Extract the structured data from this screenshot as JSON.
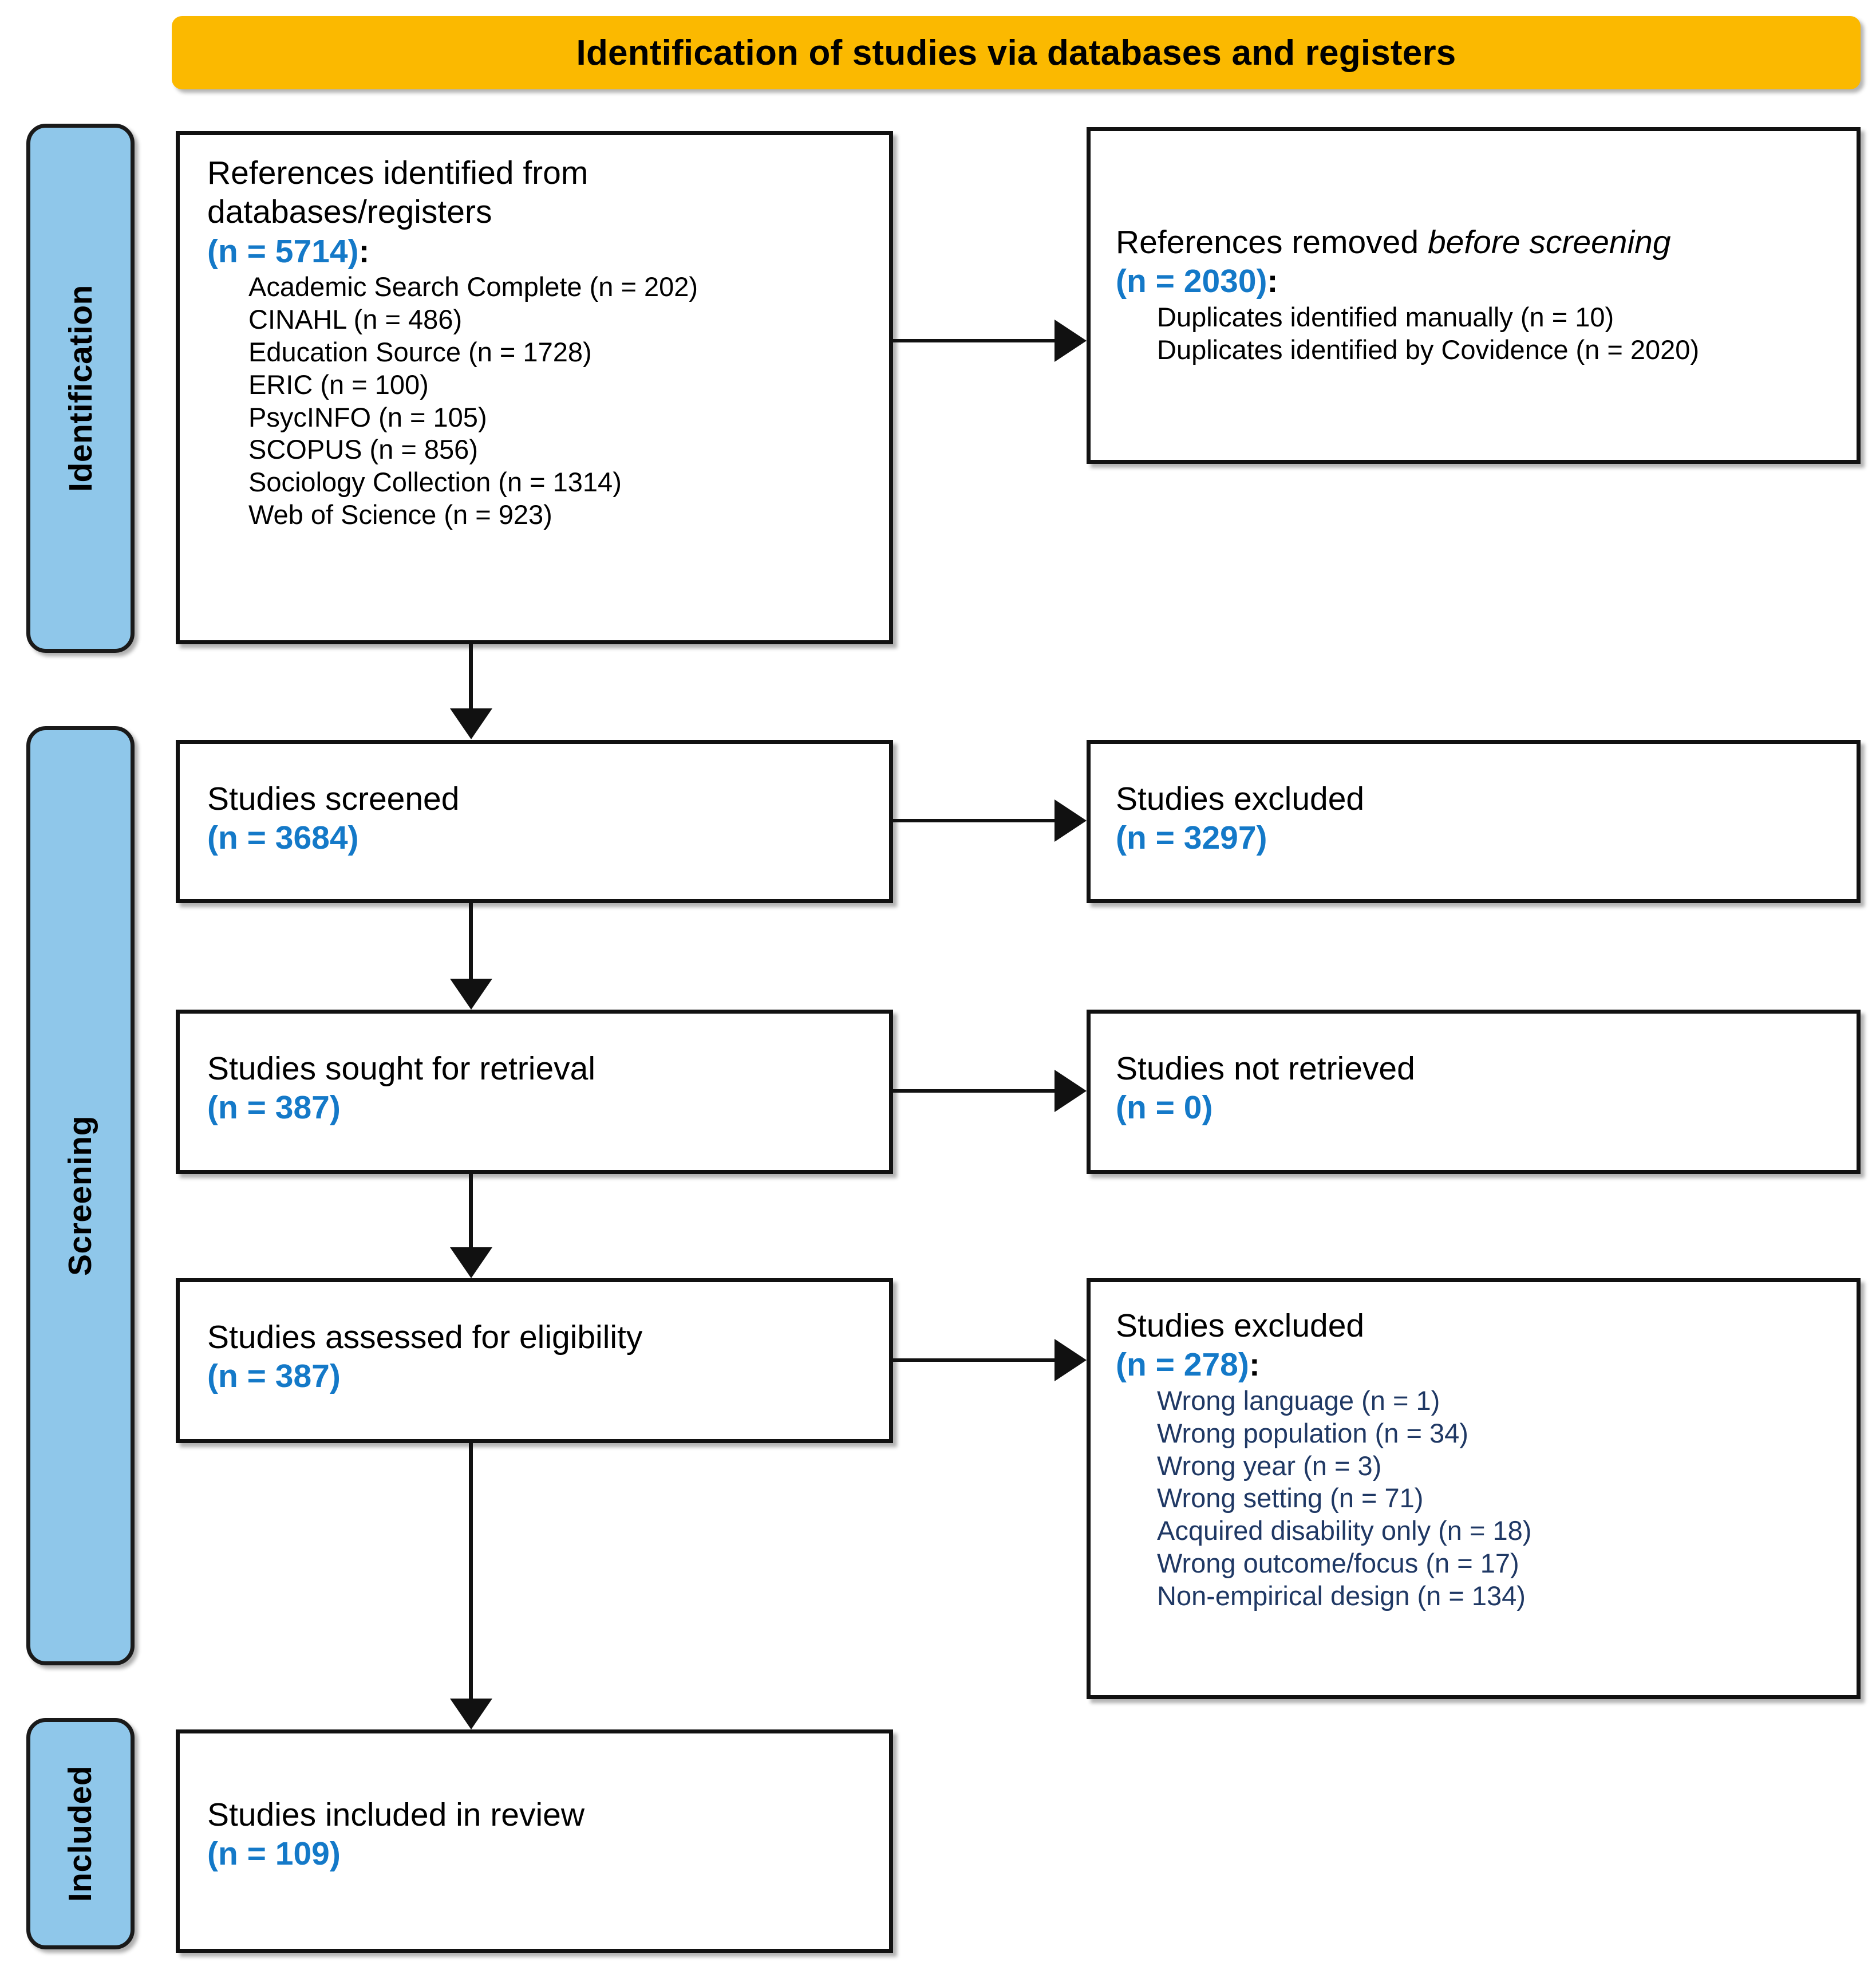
{
  "banner": {
    "title": "Identification of studies via databases and registers",
    "color": "#FBB900"
  },
  "rails": {
    "color": "#8FC7EA",
    "items": [
      {
        "label": "Identification"
      },
      {
        "label": "Screening"
      },
      {
        "label": "Included"
      }
    ]
  },
  "colors": {
    "count_blue": "#1479C8",
    "reason_navy": "#1F3864",
    "box_border": "#111111",
    "text_black": "#000000"
  },
  "boxes": {
    "identified": {
      "title_line1": "References identified from",
      "title_line2": "databases/registers",
      "count": "(n = 5714)",
      "count_tail": ":",
      "sources": [
        "Academic Search Complete (n = 202)",
        "CINAHL (n = 486)",
        "Education Source (n = 1728)",
        "ERIC (n = 100)",
        "PsycINFO (n = 105)",
        "SCOPUS (n = 856)",
        "Sociology Collection (n = 1314)",
        "Web of Science (n = 923)"
      ]
    },
    "removed": {
      "title_plain": "References removed ",
      "title_italic": "before screening",
      "count": "(n = 2030)",
      "count_tail": ":",
      "reasons": [
        "Duplicates identified manually (n = 10)",
        "Duplicates identified by Covidence (n = 2020)"
      ]
    },
    "screened": {
      "title": "Studies screened",
      "count": "(n = 3684)"
    },
    "excluded_screening": {
      "title": "Studies excluded",
      "count": "(n = 3297)"
    },
    "sought": {
      "title": "Studies sought for retrieval",
      "count": "(n = 387)"
    },
    "not_retrieved": {
      "title": "Studies not retrieved",
      "count": "(n = 0)"
    },
    "assessed": {
      "title": "Studies assessed for eligibility",
      "count": "(n = 387)"
    },
    "excluded_eligibility": {
      "title": "Studies excluded",
      "count": "(n = 278)",
      "count_tail": ":",
      "reasons": [
        "Wrong language (n = 1)",
        "Wrong population (n = 34)",
        "Wrong year (n = 3)",
        "Wrong setting (n = 71)",
        "Acquired disability only (n = 18)",
        "Wrong outcome/focus (n = 17)",
        "Non-empirical design (n = 134)"
      ]
    },
    "included": {
      "title": "Studies included in review",
      "count": "(n = 109)"
    }
  },
  "chart_data": {
    "type": "diagram",
    "title": "Identification of studies via databases and registers",
    "stages": [
      "Identification",
      "Screening",
      "Included"
    ],
    "nodes": [
      {
        "id": "identified",
        "stage": "Identification",
        "label": "References identified from databases/registers",
        "n": 5714
      },
      {
        "id": "removed",
        "stage": "Identification",
        "label": "References removed before screening",
        "n": 2030
      },
      {
        "id": "screened",
        "stage": "Screening",
        "label": "Studies screened",
        "n": 3684
      },
      {
        "id": "excluded_screening",
        "stage": "Screening",
        "label": "Studies excluded",
        "n": 3297
      },
      {
        "id": "sought",
        "stage": "Screening",
        "label": "Studies sought for retrieval",
        "n": 387
      },
      {
        "id": "not_retrieved",
        "stage": "Screening",
        "label": "Studies not retrieved",
        "n": 0
      },
      {
        "id": "assessed",
        "stage": "Screening",
        "label": "Studies assessed for eligibility",
        "n": 387
      },
      {
        "id": "excluded_eligibility",
        "stage": "Screening",
        "label": "Studies excluded",
        "n": 278
      },
      {
        "id": "included",
        "stage": "Included",
        "label": "Studies included in review",
        "n": 109
      }
    ],
    "breakdowns": {
      "identified": [
        {
          "label": "Academic Search Complete",
          "n": 202
        },
        {
          "label": "CINAHL",
          "n": 486
        },
        {
          "label": "Education Source",
          "n": 1728
        },
        {
          "label": "ERIC",
          "n": 100
        },
        {
          "label": "PsycINFO",
          "n": 105
        },
        {
          "label": "SCOPUS",
          "n": 856
        },
        {
          "label": "Sociology Collection",
          "n": 1314
        },
        {
          "label": "Web of Science",
          "n": 923
        }
      ],
      "removed": [
        {
          "label": "Duplicates identified manually",
          "n": 10
        },
        {
          "label": "Duplicates identified by Covidence",
          "n": 2020
        }
      ],
      "excluded_eligibility": [
        {
          "label": "Wrong language",
          "n": 1
        },
        {
          "label": "Wrong population",
          "n": 34
        },
        {
          "label": "Wrong year",
          "n": 3
        },
        {
          "label": "Wrong setting",
          "n": 71
        },
        {
          "label": "Acquired disability only",
          "n": 18
        },
        {
          "label": "Wrong outcome/focus",
          "n": 17
        },
        {
          "label": "Non-empirical design",
          "n": 134
        }
      ]
    },
    "edges": [
      {
        "from": "identified",
        "to": "removed",
        "direction": "right"
      },
      {
        "from": "identified",
        "to": "screened",
        "direction": "down"
      },
      {
        "from": "screened",
        "to": "excluded_screening",
        "direction": "right"
      },
      {
        "from": "screened",
        "to": "sought",
        "direction": "down"
      },
      {
        "from": "sought",
        "to": "not_retrieved",
        "direction": "right"
      },
      {
        "from": "sought",
        "to": "assessed",
        "direction": "down"
      },
      {
        "from": "assessed",
        "to": "excluded_eligibility",
        "direction": "right"
      },
      {
        "from": "assessed",
        "to": "included",
        "direction": "down"
      }
    ]
  }
}
